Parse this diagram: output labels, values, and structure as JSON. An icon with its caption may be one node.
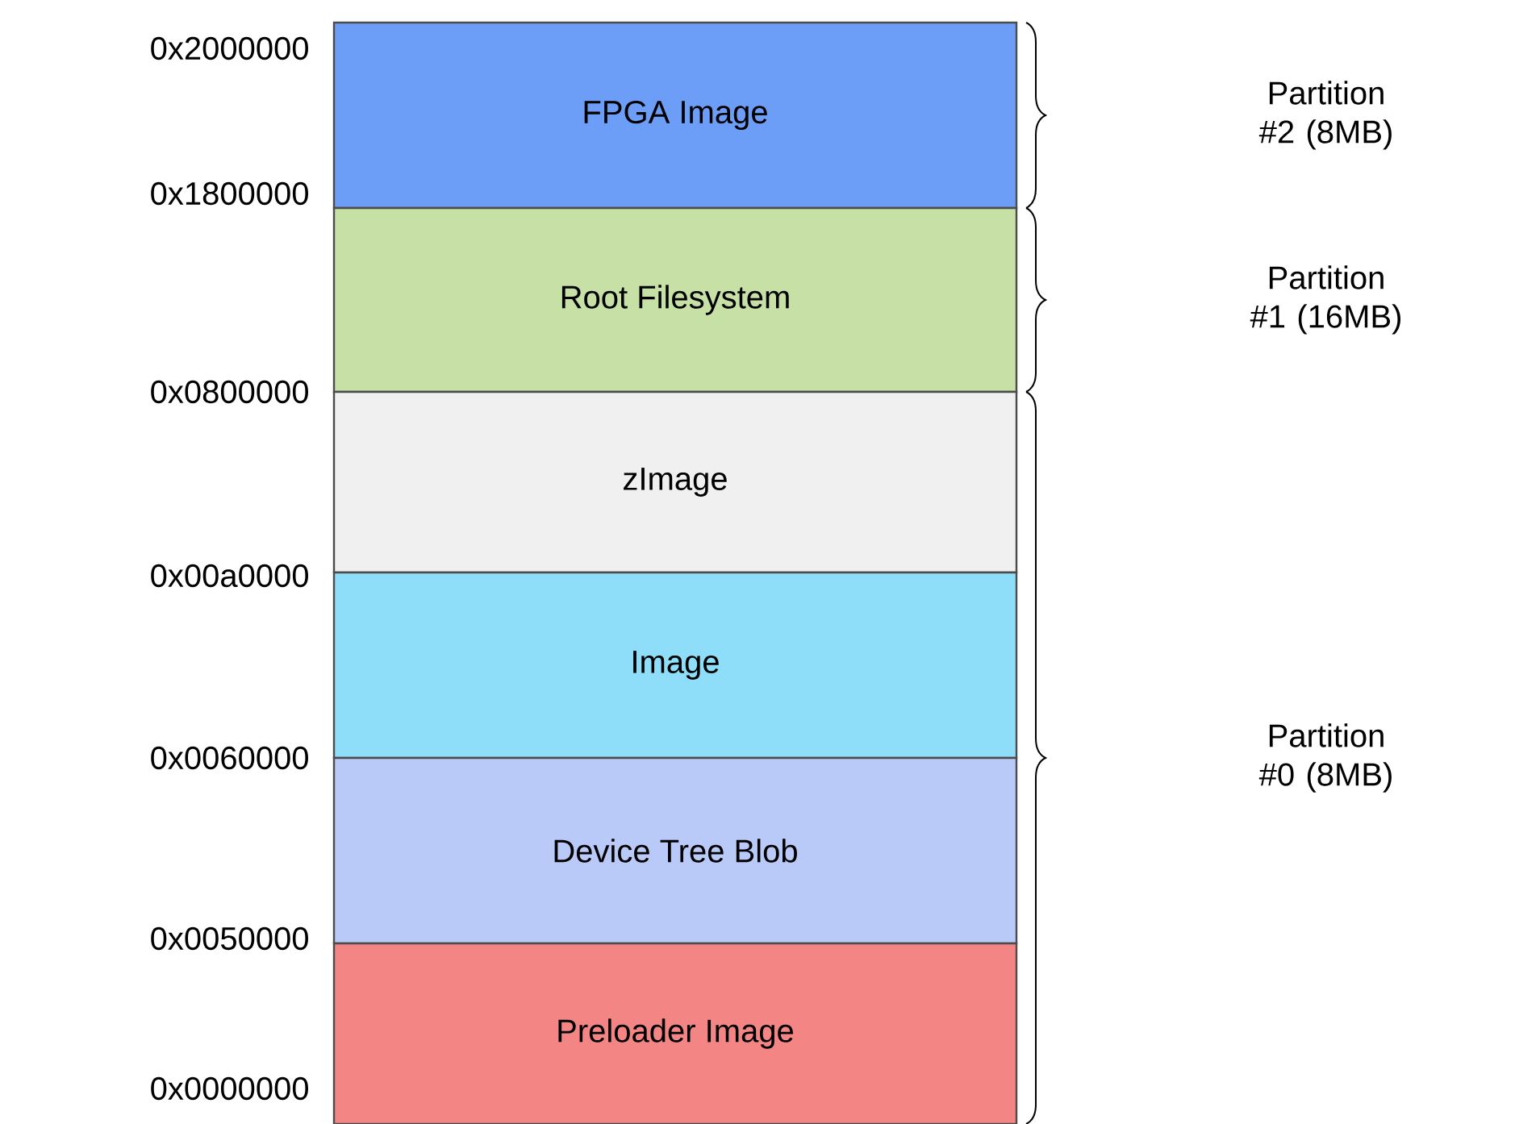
{
  "diagram": {
    "nodes": [
      {
        "text": [
          "FPGA Image"
        ]
      },
      {
        "text": [
          "Root Filesystem"
        ]
      },
      {
        "text": [
          "zImage"
        ]
      },
      {
        "text": [
          "Image"
        ]
      },
      {
        "text": [
          "Device Tree Blob"
        ]
      },
      {
        "text": [
          "Preloader Image"
        ]
      }
    ],
    "labels": [
      "0x2000000",
      "0x1800000",
      "0x0800000",
      "0x00a0000",
      "0x0060000",
      "0x0050000",
      "0x0000000",
      "Partition #2 (8MB)",
      "Partition #1 (16MB)",
      "Partition #0 (8MB)"
    ]
  }
}
